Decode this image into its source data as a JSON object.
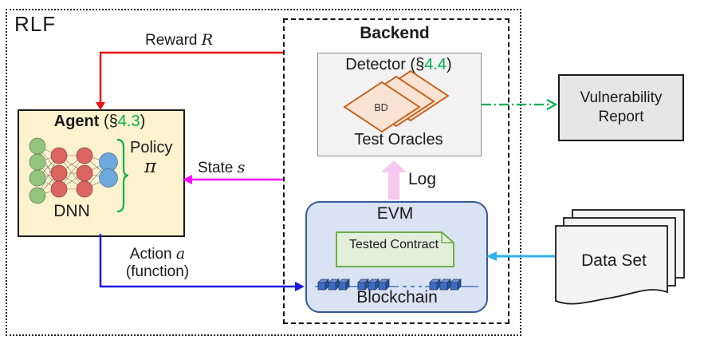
{
  "colors": {
    "red": "#ee1111",
    "magenta": "#ff00ff",
    "blue": "#1a1ae0",
    "green": "#00b050",
    "cyan": "#2eb3ef",
    "pink": "#f8c7ee",
    "agent-fill": "#fdf2ce",
    "detector-fill": "#f2f2f2",
    "detector-border": "#8c8c8c",
    "diamond-fill": "#fae3d2",
    "diamond-border": "#c55a11",
    "evm-fill": "#dae3f3",
    "evm-border": "#37589b",
    "contract-fill": "#e2efda",
    "contract-border": "#70ad47",
    "cube-front": "#3e6bc2",
    "cube-top": "#7191d1",
    "cube-side": "#2d5094",
    "cube-border": "#1f3864",
    "chain-line": "#4472c4",
    "report-fill": "#e7e6e6",
    "doc-fill": "#f4f4f4",
    "node-green": "#93c47d",
    "node-red": "#db655f",
    "node-blue": "#6fa8dc",
    "edge": "#777777"
  },
  "outer": {
    "label": "RLF"
  },
  "backend": {
    "title": "Backend"
  },
  "detector": {
    "title_prefix": "Detector (§",
    "section": "4.4",
    "title_suffix": ")",
    "diamond_label": "BD",
    "caption": "Test Oracles"
  },
  "evm": {
    "title": "EVM",
    "contract_label": "Tested Contract",
    "chain_label": "Blockchain"
  },
  "agent": {
    "title_prefix": "Agent",
    "title_mid": " (§",
    "section": "4.3",
    "title_suffix": ")",
    "policy_label": "Policy",
    "policy_symbol": "π",
    "nn_label": "DNN"
  },
  "arrows": {
    "reward_label": "Reward ",
    "reward_var": "R",
    "state_label": "State ",
    "state_var": "s",
    "action_label": "Action ",
    "action_var": "a",
    "action_sub": "(function)",
    "log_label": "Log"
  },
  "report": {
    "line1": "Vulnerability",
    "line2": "Report"
  },
  "dataset": {
    "label": "Data Set"
  }
}
